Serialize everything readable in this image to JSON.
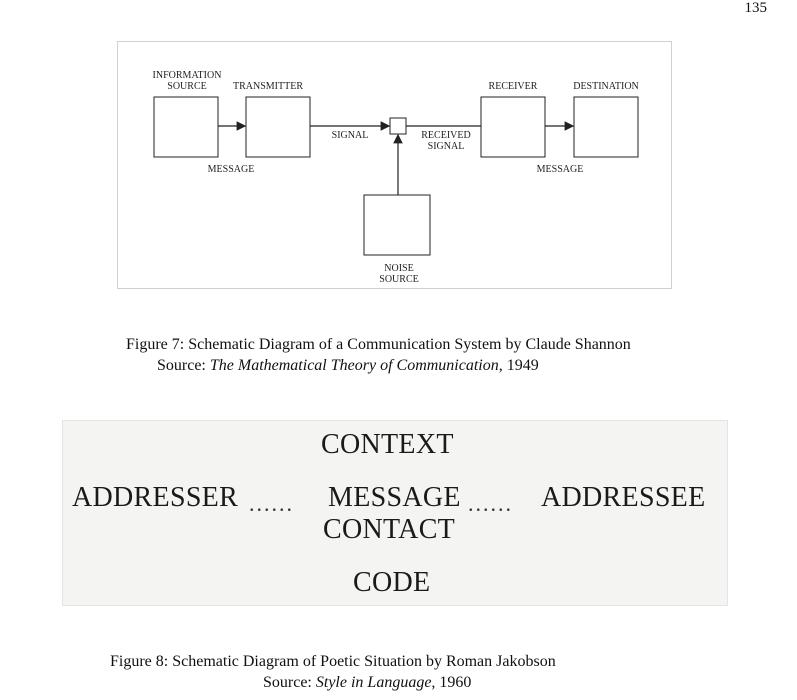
{
  "page_number": "135",
  "figure7": {
    "labels": {
      "information_source": [
        "INFORMATION",
        "SOURCE"
      ],
      "transmitter": "TRANSMITTER",
      "receiver": "RECEIVER",
      "destination": "DESTINATION",
      "signal": "SIGNAL",
      "received_signal": [
        "RECEIVED",
        "SIGNAL"
      ],
      "message_left": "MESSAGE",
      "message_right": "MESSAGE",
      "noise_source": [
        "NOISE",
        "SOURCE"
      ]
    },
    "caption": "Figure 7: Schematic Diagram of a Communication System by Claude Shannon",
    "source_prefix": "Source: ",
    "source_title": "The Mathematical Theory of Communication",
    "source_year": ", 1949"
  },
  "figure8": {
    "context": "CONTEXT",
    "addresser": "ADDRESSER",
    "message": "MESSAGE",
    "addressee": "ADDRESSEE",
    "contact": "CONTACT",
    "code": "CODE",
    "dots": "......",
    "caption": "Figure 8: Schematic Diagram of Poetic Situation by Roman Jakobson",
    "source_prefix": "Source: ",
    "source_title": "Style in Language,",
    "source_year": " 1960"
  }
}
